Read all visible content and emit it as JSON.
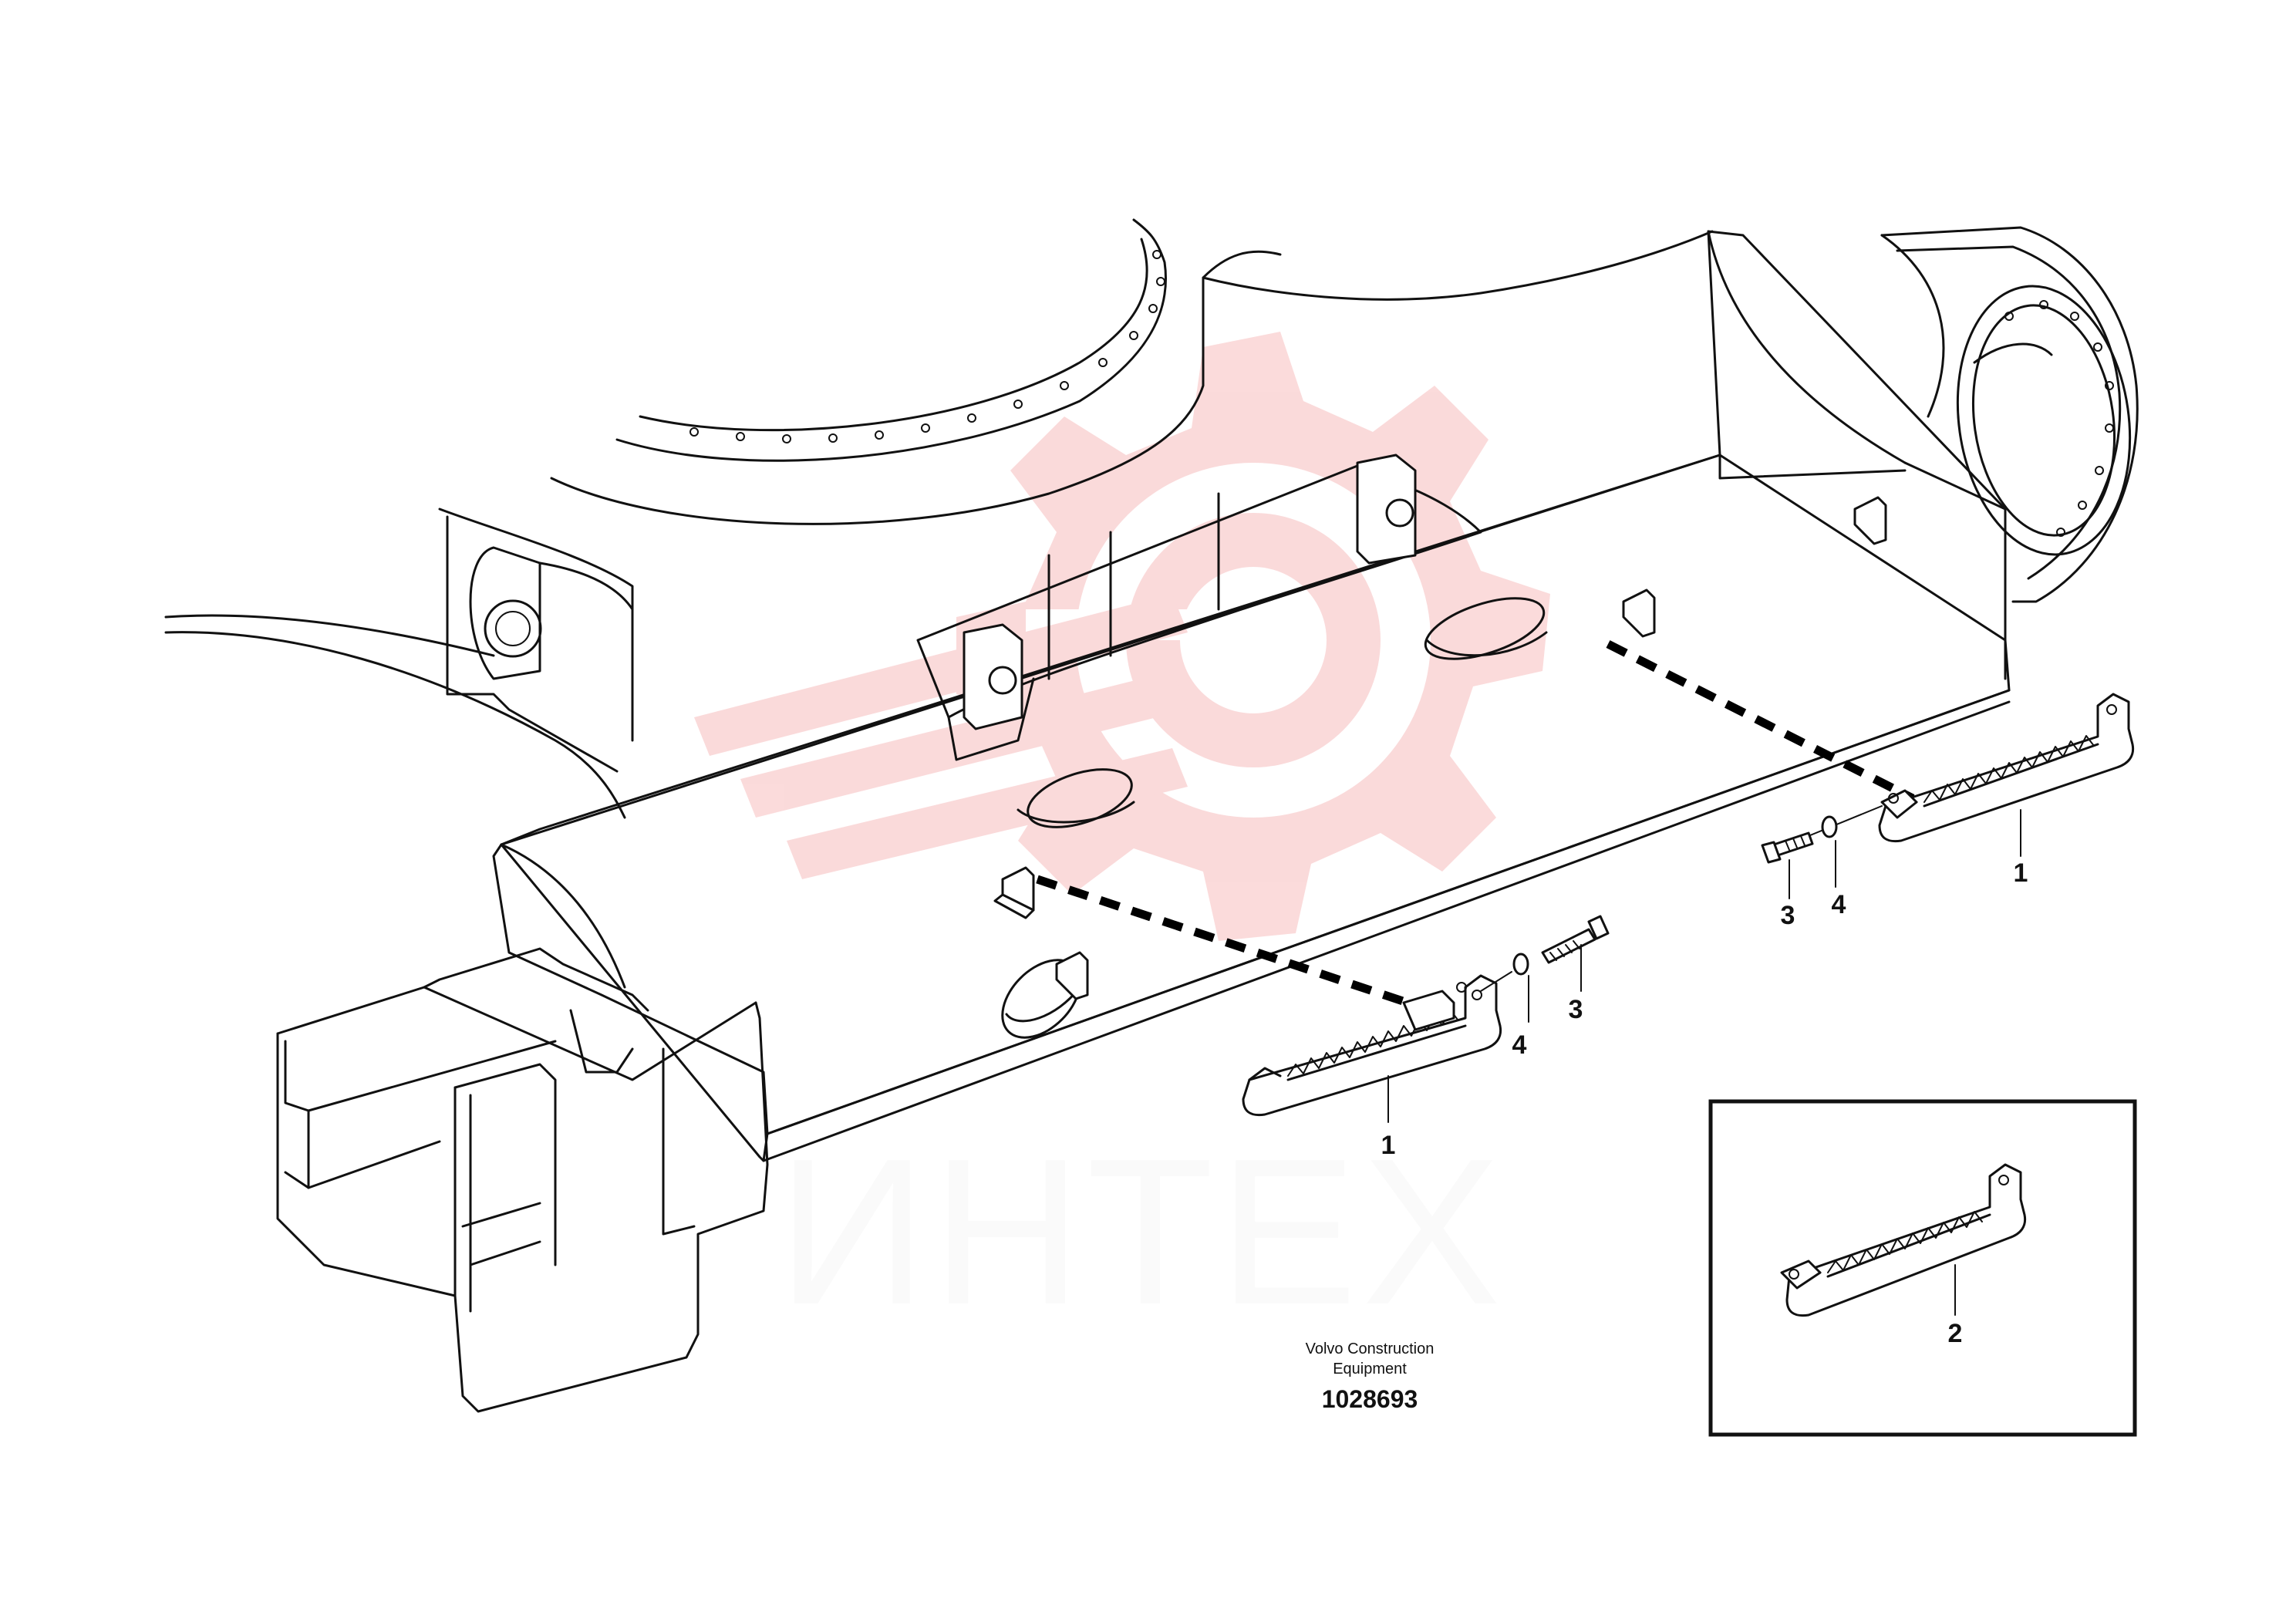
{
  "diagram": {
    "callouts": [
      {
        "id": "c1a",
        "label": "1"
      },
      {
        "id": "c1b",
        "label": "1"
      },
      {
        "id": "c2",
        "label": "2"
      },
      {
        "id": "c3a",
        "label": "3"
      },
      {
        "id": "c3b",
        "label": "3"
      },
      {
        "id": "c4a",
        "label": "4"
      },
      {
        "id": "c4b",
        "label": "4"
      }
    ],
    "credit_line1": "Volvo Construction",
    "credit_line2": "Equipment",
    "part_number": "1028693",
    "watermark_text": "ИНТЕХ"
  },
  "colors": {
    "line": "#111111",
    "watermark_red": "#e8363a",
    "watermark_gray": "#d2d2d2",
    "background": "#ffffff"
  },
  "icons": {
    "watermark_logo": "gear-logo-icon"
  }
}
